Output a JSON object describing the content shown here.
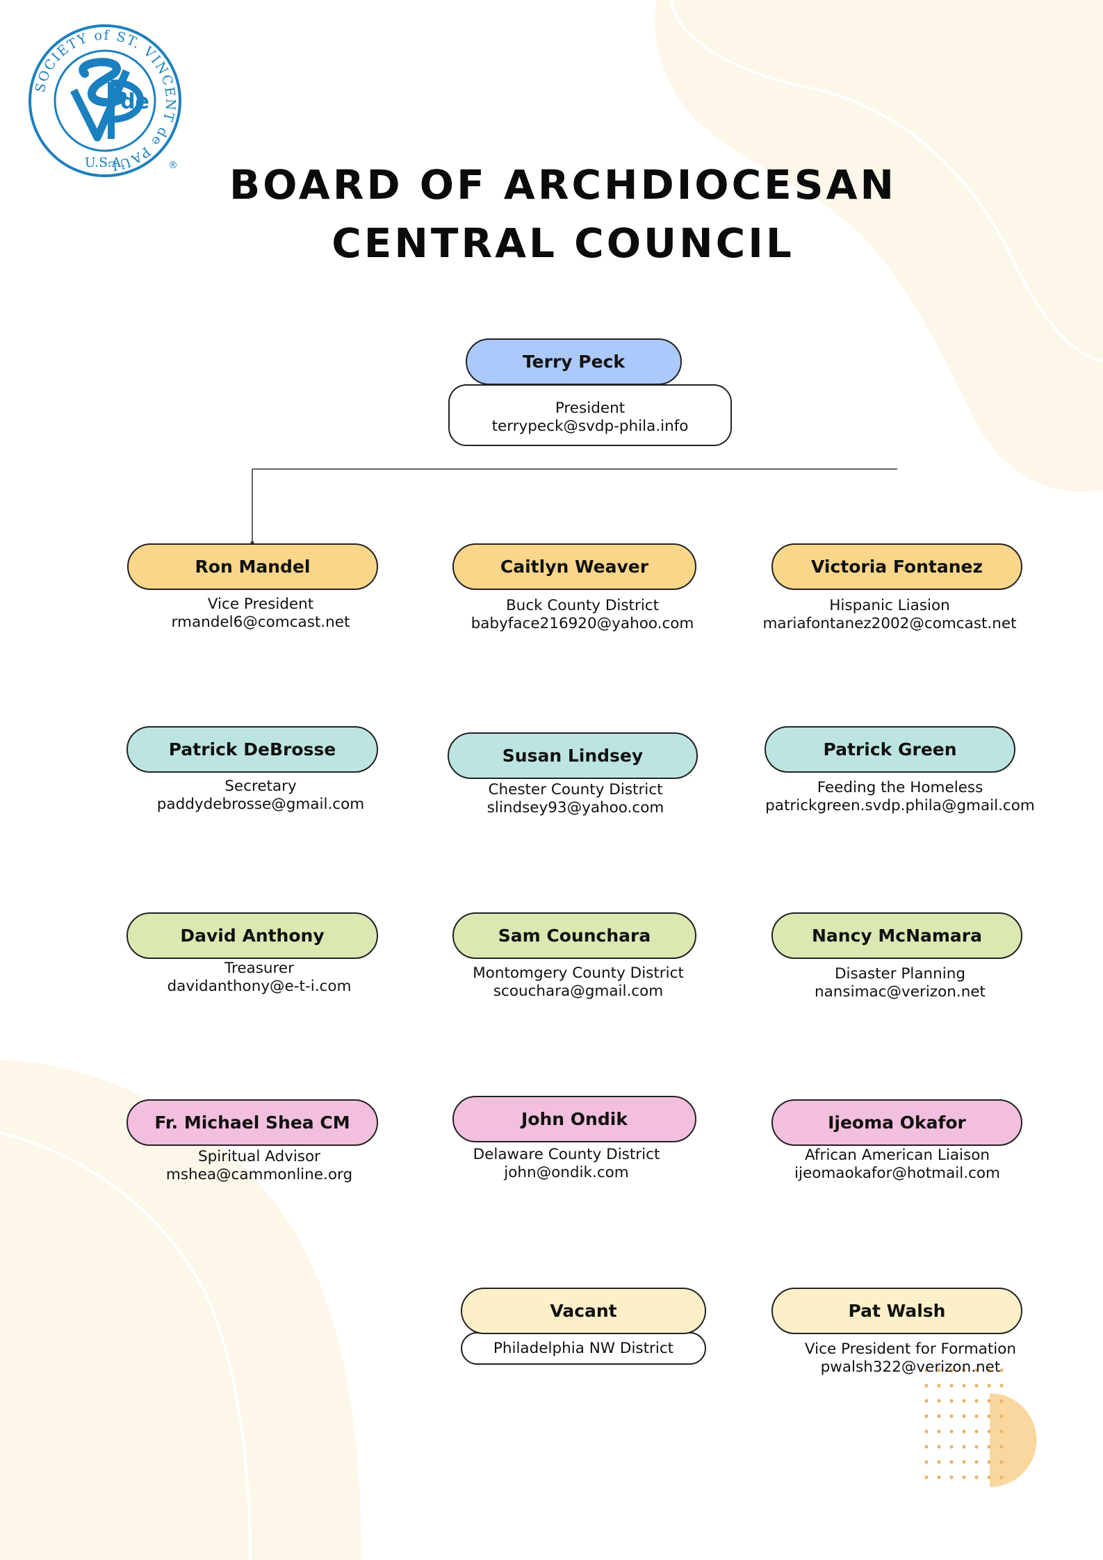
{
  "title": {
    "line1": "BOARD OF ARCHDIOCESAN",
    "line2": "CENTRAL COUNCIL"
  },
  "logo": {
    "ring_text": "SOCIETY of ST. VINCENT de PAUL",
    "bottom_text": "U.S.A.",
    "center_text": "de",
    "registered": "®",
    "color": "#1b80bf"
  },
  "colors": {
    "blue": "#abc9fb",
    "orange": "#f9d68a",
    "teal": "#bce5e2",
    "green": "#dbe8b2",
    "pink": "#f3bfde",
    "cream": "#fdf0c9",
    "background_blob": "#fdf7ea",
    "dots": "#e9b56a"
  },
  "president": {
    "name": "Terry Peck",
    "role": "President",
    "email": "terrypeck@svdp-phila.info"
  },
  "members": [
    {
      "name": "Ron Mandel",
      "role": "Vice President",
      "email": "rmandel6@comcast.net"
    },
    {
      "name": "Caitlyn Weaver",
      "role": "Buck County District",
      "email": "babyface216920@yahoo.com"
    },
    {
      "name": "Victoria Fontanez",
      "role": "Hispanic Liasion",
      "email": "mariafontanez2002@comcast.net"
    },
    {
      "name": "Patrick DeBrosse",
      "role": "Secretary",
      "email": "paddydebrosse@gmail.com"
    },
    {
      "name": "Susan Lindsey",
      "role": "Chester County District",
      "email": "slindsey93@yahoo.com"
    },
    {
      "name": "Patrick Green",
      "role": "Feeding the Homeless",
      "email": "patrickgreen.svdp.phila@gmail.com"
    },
    {
      "name": "David Anthony",
      "role": "Treasurer",
      "email": "davidanthony@e-t-i.com"
    },
    {
      "name": "Sam Counchara",
      "role": "Montomgery County District",
      "email": "scouchara@gmail.com"
    },
    {
      "name": "Nancy McNamara",
      "role": "Disaster Planning",
      "email": "nansimac@verizon.net"
    },
    {
      "name": "Fr.  Michael Shea CM",
      "role": "Spiritual Advisor",
      "email": "mshea@cammonline.org"
    },
    {
      "name": "John Ondik",
      "role": "Delaware County District",
      "email": "john@ondik.com"
    },
    {
      "name": "Ijeoma Okafor",
      "role": "African American Liaison",
      "email": "ijeomaokafor@hotmail.com"
    },
    {
      "name": "Vacant",
      "role": "Philadelphia NW District",
      "email": ""
    },
    {
      "name": "Pat Walsh",
      "role": "Vice President for Formation",
      "email": "pwalsh322@verizon.net"
    }
  ]
}
